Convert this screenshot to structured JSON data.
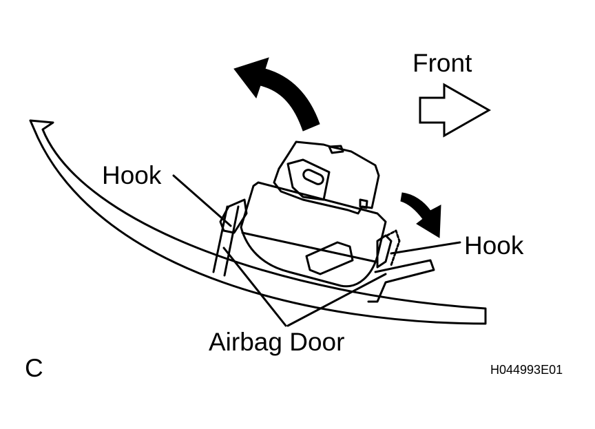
{
  "labels": {
    "front": "Front",
    "hook_left": "Hook",
    "hook_right": "Hook",
    "airbag_door": "Airbag Door",
    "view_letter": "C",
    "figure_code": "H044993E01"
  },
  "colors": {
    "ink": "#000000",
    "paper": "#ffffff"
  },
  "icons": {
    "front_arrow": "outline-right-arrow",
    "lift_arrow": "curved-up-left-arrow",
    "push_arrow": "curved-down-right-arrow"
  }
}
